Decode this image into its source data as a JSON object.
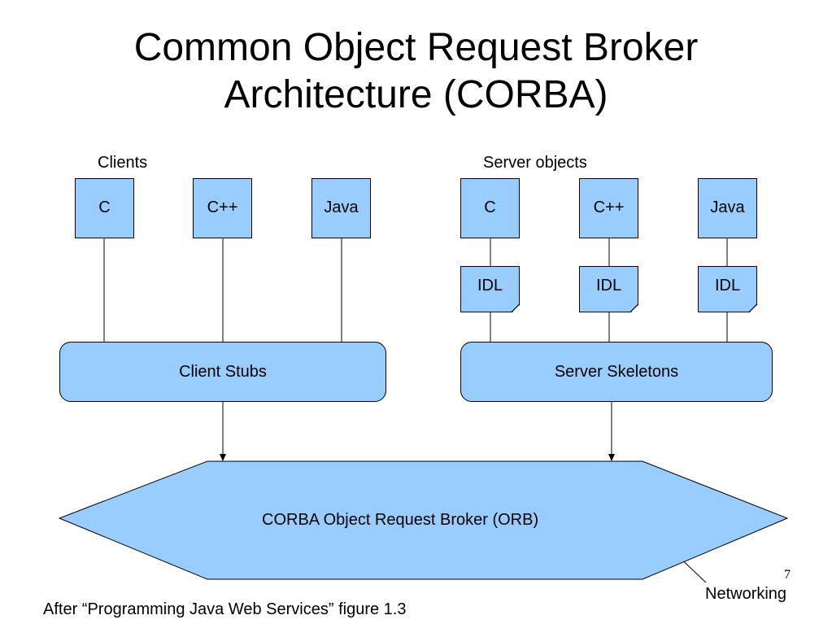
{
  "title_line1": "Common Object Request Broker",
  "title_line2": "Architecture (CORBA)",
  "clients": {
    "heading": "Clients",
    "languages": [
      "C",
      "C++",
      "Java"
    ],
    "stubs_label": "Client Stubs"
  },
  "servers": {
    "heading": "Server objects",
    "languages": [
      "C",
      "C++",
      "Java"
    ],
    "idl_label": "IDL",
    "skeletons_label": "Server Skeletons"
  },
  "orb_label": "CORBA Object Request Broker (ORB)",
  "networking_label": "Networking",
  "page_number": "7",
  "footer": "After “Programming Java Web Services” figure 1.3",
  "colors": {
    "fill": "#99ccff",
    "stroke": "#000000"
  }
}
